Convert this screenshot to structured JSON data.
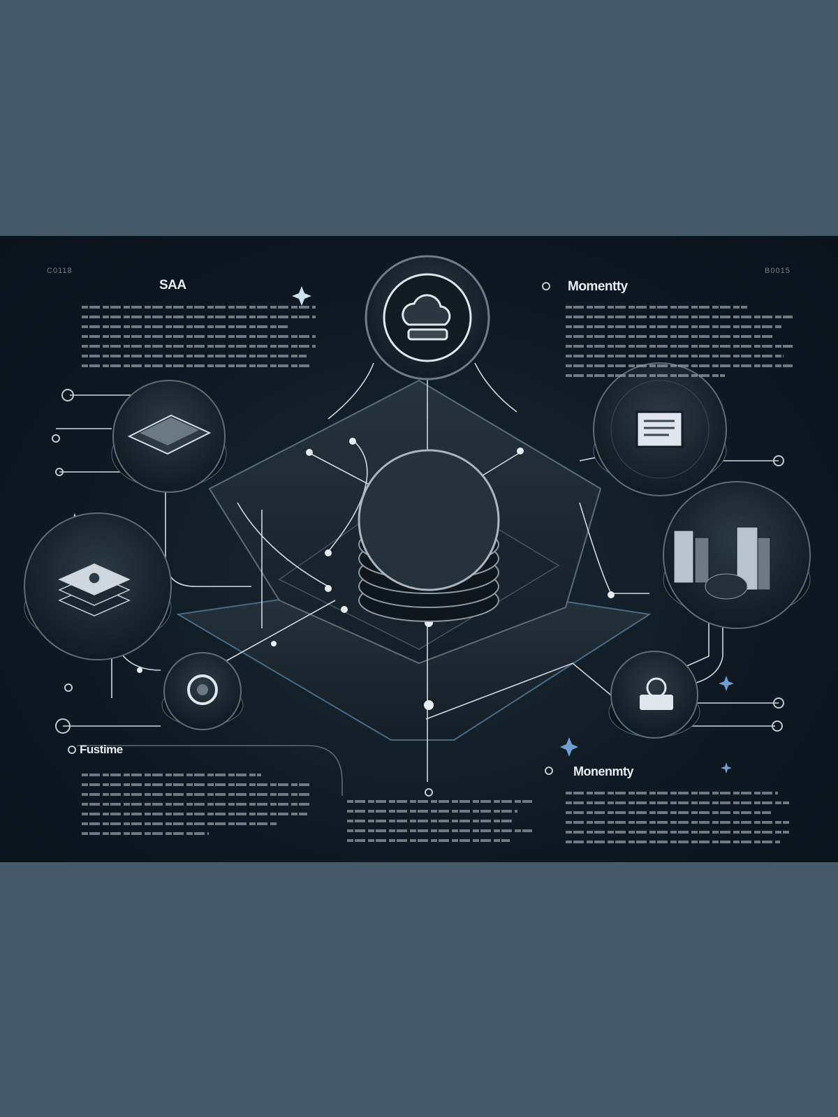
{
  "headings": {
    "top_left": "SAA",
    "top_right": "Momentty",
    "bottom_left": "Fustime",
    "bottom_right": "Monenmty"
  },
  "codes": {
    "top_left": "C0118",
    "top_right": "B0015"
  },
  "colors": {
    "background_band": "#455a69",
    "panel": "#0e1922",
    "accent": "#6fa0d0",
    "line": "#cfd8df"
  },
  "nodes": [
    {
      "icon": "cloud-server-icon"
    },
    {
      "icon": "database-stack-icon"
    },
    {
      "icon": "layered-screen-icon"
    },
    {
      "icon": "stacked-layers-icon"
    },
    {
      "icon": "gear-ring-icon"
    },
    {
      "icon": "document-monitor-icon"
    },
    {
      "icon": "city-buildings-icon"
    },
    {
      "icon": "lock-icon"
    }
  ]
}
